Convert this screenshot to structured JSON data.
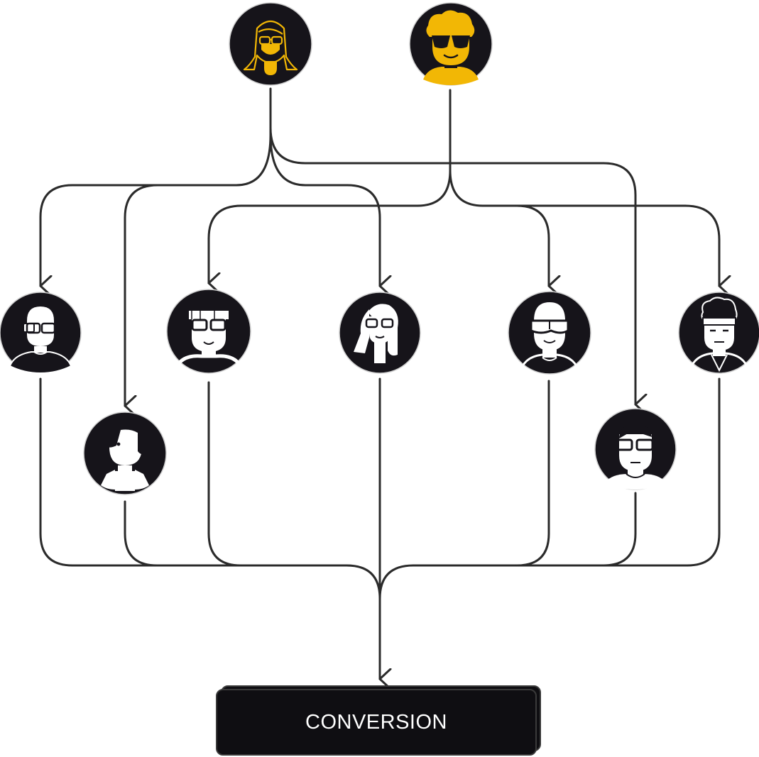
{
  "diagram": {
    "sources": [
      {
        "id": "source-a",
        "avatar": "woman-long-hair-glasses-avatar-icon",
        "color": "#f2b705"
      },
      {
        "id": "source-b",
        "avatar": "man-sunglasses-curly-hair-avatar-icon",
        "color": "#f2b705"
      }
    ],
    "recipients": [
      {
        "id": "r1",
        "avatar": "bald-man-glasses-avatar-icon"
      },
      {
        "id": "r2",
        "avatar": "woman-bob-hair-avatar-icon"
      },
      {
        "id": "r3",
        "avatar": "man-glasses-flat-hair-avatar-icon"
      },
      {
        "id": "r4",
        "avatar": "woman-long-wavy-hair-glasses-avatar-icon"
      },
      {
        "id": "r5",
        "avatar": "man-goggles-avatar-icon"
      },
      {
        "id": "r6",
        "avatar": "man-glasses-short-hair-avatar-icon"
      },
      {
        "id": "r7",
        "avatar": "man-curly-hair-headband-avatar-icon"
      }
    ],
    "target": {
      "label": "CONVERSION"
    },
    "colors": {
      "line": "#2b2b2b",
      "avatar_bg": "#16141a",
      "figure": "#ffffff",
      "accent": "#f2b705",
      "box_bg": "#0f0e12"
    }
  }
}
